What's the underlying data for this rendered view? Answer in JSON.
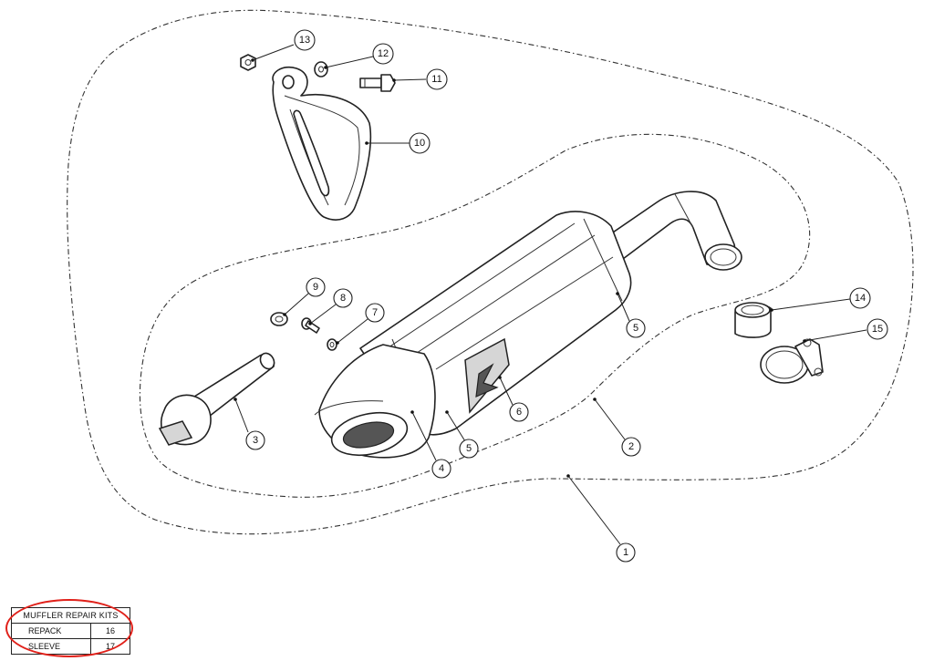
{
  "callouts": [
    {
      "id": "c1",
      "label": "1"
    },
    {
      "id": "c2",
      "label": "2"
    },
    {
      "id": "c3",
      "label": "3"
    },
    {
      "id": "c4",
      "label": "4"
    },
    {
      "id": "c5a",
      "label": "5"
    },
    {
      "id": "c5b",
      "label": "5"
    },
    {
      "id": "c6",
      "label": "6"
    },
    {
      "id": "c7",
      "label": "7"
    },
    {
      "id": "c8",
      "label": "8"
    },
    {
      "id": "c9",
      "label": "9"
    },
    {
      "id": "c10",
      "label": "10"
    },
    {
      "id": "c11",
      "label": "11"
    },
    {
      "id": "c12",
      "label": "12"
    },
    {
      "id": "c13",
      "label": "13"
    },
    {
      "id": "c14",
      "label": "14"
    },
    {
      "id": "c15",
      "label": "15"
    }
  ],
  "repair_kits": {
    "title": "MUFFLER REPAIR KITS",
    "rows": [
      {
        "name": "REPACK",
        "number": "16"
      },
      {
        "name": "SLEEVE",
        "number": "17"
      }
    ]
  },
  "colors": {
    "highlight": "#e0211a",
    "line": "#222222"
  }
}
